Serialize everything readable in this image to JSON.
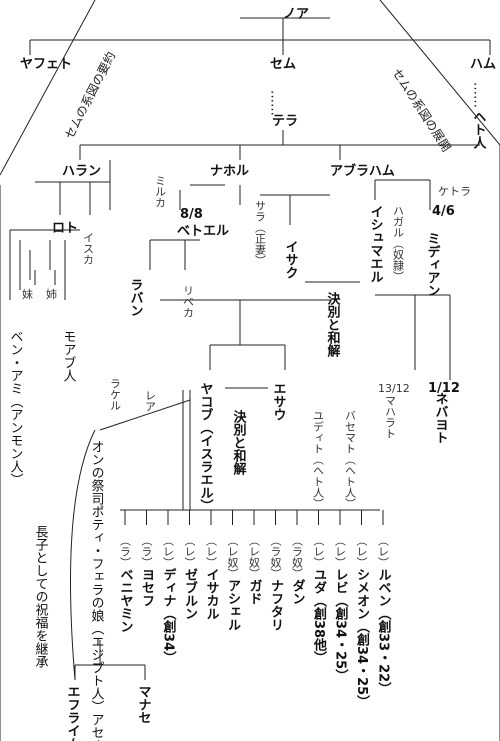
{
  "top": {
    "noah": "ノア",
    "japheth": "ヤフェト",
    "shem": "セム",
    "dots1": "……",
    "terah": "テラ",
    "ham": "ハム",
    "dots2": "……",
    "heth": "ヘト人"
  },
  "band_labels": {
    "left": "セムの系図の要約",
    "right": "セムの系図の展開"
  },
  "terah_children": {
    "haran": "ハラン",
    "milcah": "ミルカ",
    "iscah": "イスカ",
    "lot": "ロト",
    "sister1": "妹",
    "sister2": "姉",
    "ben_ammi": "ベン・アミ（アンモン人）",
    "moab": "モアブ人",
    "nahor": "ナホル",
    "bethuel": "ベトエル",
    "bethuel_num": "8/8",
    "rebekah": "リベカ",
    "laban": "ラバン",
    "abraham": "アブラハム",
    "sarah": "サラ（正妻）",
    "hagar": "ハガル（奴隷）",
    "keturah": "ケトラ",
    "midian": "ミディアン",
    "midian_num": "4/6",
    "isaac": "イサク",
    "ishmael": "イシュマエル",
    "reconcile1": "決別と和解"
  },
  "gen3": {
    "rachel": "ラケル",
    "leah": "レア",
    "jacob": "ヤコブ（イスラエル）",
    "esau": "エサウ",
    "reconcile2": "決別と和解",
    "mahalath": "マハラト",
    "mahalath_num": "13/12",
    "basemath": "バセマト（ヘト人）",
    "judith": "ユディト（ヘト人）",
    "nebaioth": "ネバヨト",
    "nebaioth_num": "1/12",
    "asenath": "オンの祭司ポティ・フェラの娘（エジプト人）アセナト",
    "blessing": "長子としての祝福を継承"
  },
  "sons": [
    {
      "mother": "（ラ）",
      "name": "ベニヤミン",
      "note": ""
    },
    {
      "mother": "（ラ）",
      "name": "ヨセフ",
      "note": ""
    },
    {
      "mother": "（レ）",
      "name": "ディナ",
      "note": "（創34）"
    },
    {
      "mother": "（レ）",
      "name": "ゼブルン",
      "note": ""
    },
    {
      "mother": "（レ）",
      "name": "イサカル",
      "note": ""
    },
    {
      "mother": "（レ奴）",
      "name": "アシェル",
      "note": ""
    },
    {
      "mother": "（レ奴）",
      "name": "ガド",
      "note": ""
    },
    {
      "mother": "（ラ奴）",
      "name": "ナフタリ",
      "note": ""
    },
    {
      "mother": "（ラ奴）",
      "name": "ダン",
      "note": ""
    },
    {
      "mother": "（レ）",
      "name": "ユダ",
      "note": "（創38他）"
    },
    {
      "mother": "（レ）",
      "name": "レビ",
      "note": "（創34・25）"
    },
    {
      "mother": "（レ）",
      "name": "シメオン",
      "note": "（創34・25）"
    },
    {
      "mother": "（レ）",
      "name": "ルベン",
      "note": "（創33・22）"
    }
  ],
  "grandsons": {
    "ephraim": "エフライム",
    "manasseh": "マナセ"
  }
}
